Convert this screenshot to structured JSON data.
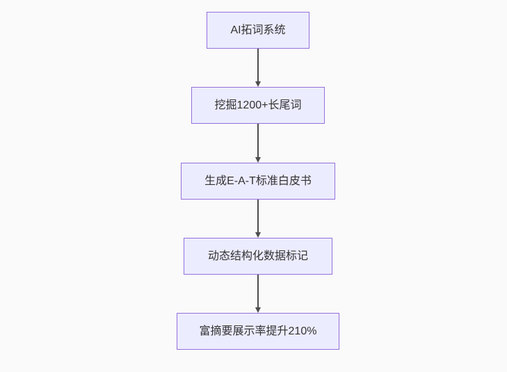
{
  "flowchart": {
    "type": "vertical-flowchart",
    "direction": "top-down",
    "colors": {
      "background": "#fafafa",
      "node_fill": "#ececff",
      "node_border": "#9370db",
      "text": "#333333",
      "edge": "#4d4d4d"
    },
    "nodes": [
      {
        "id": "n1",
        "label": "AI拓词系统"
      },
      {
        "id": "n2",
        "label": "挖掘1200+长尾词"
      },
      {
        "id": "n3",
        "label": "生成E-A-T标准白皮书"
      },
      {
        "id": "n4",
        "label": "动态结构化数据标记"
      },
      {
        "id": "n5",
        "label": "富摘要展示率提升210%"
      }
    ],
    "edges": [
      {
        "from": "n1",
        "to": "n2",
        "style": "arrow-down"
      },
      {
        "from": "n2",
        "to": "n3",
        "style": "arrow-down"
      },
      {
        "from": "n3",
        "to": "n4",
        "style": "arrow-down"
      },
      {
        "from": "n4",
        "to": "n5",
        "style": "arrow-down"
      }
    ]
  }
}
